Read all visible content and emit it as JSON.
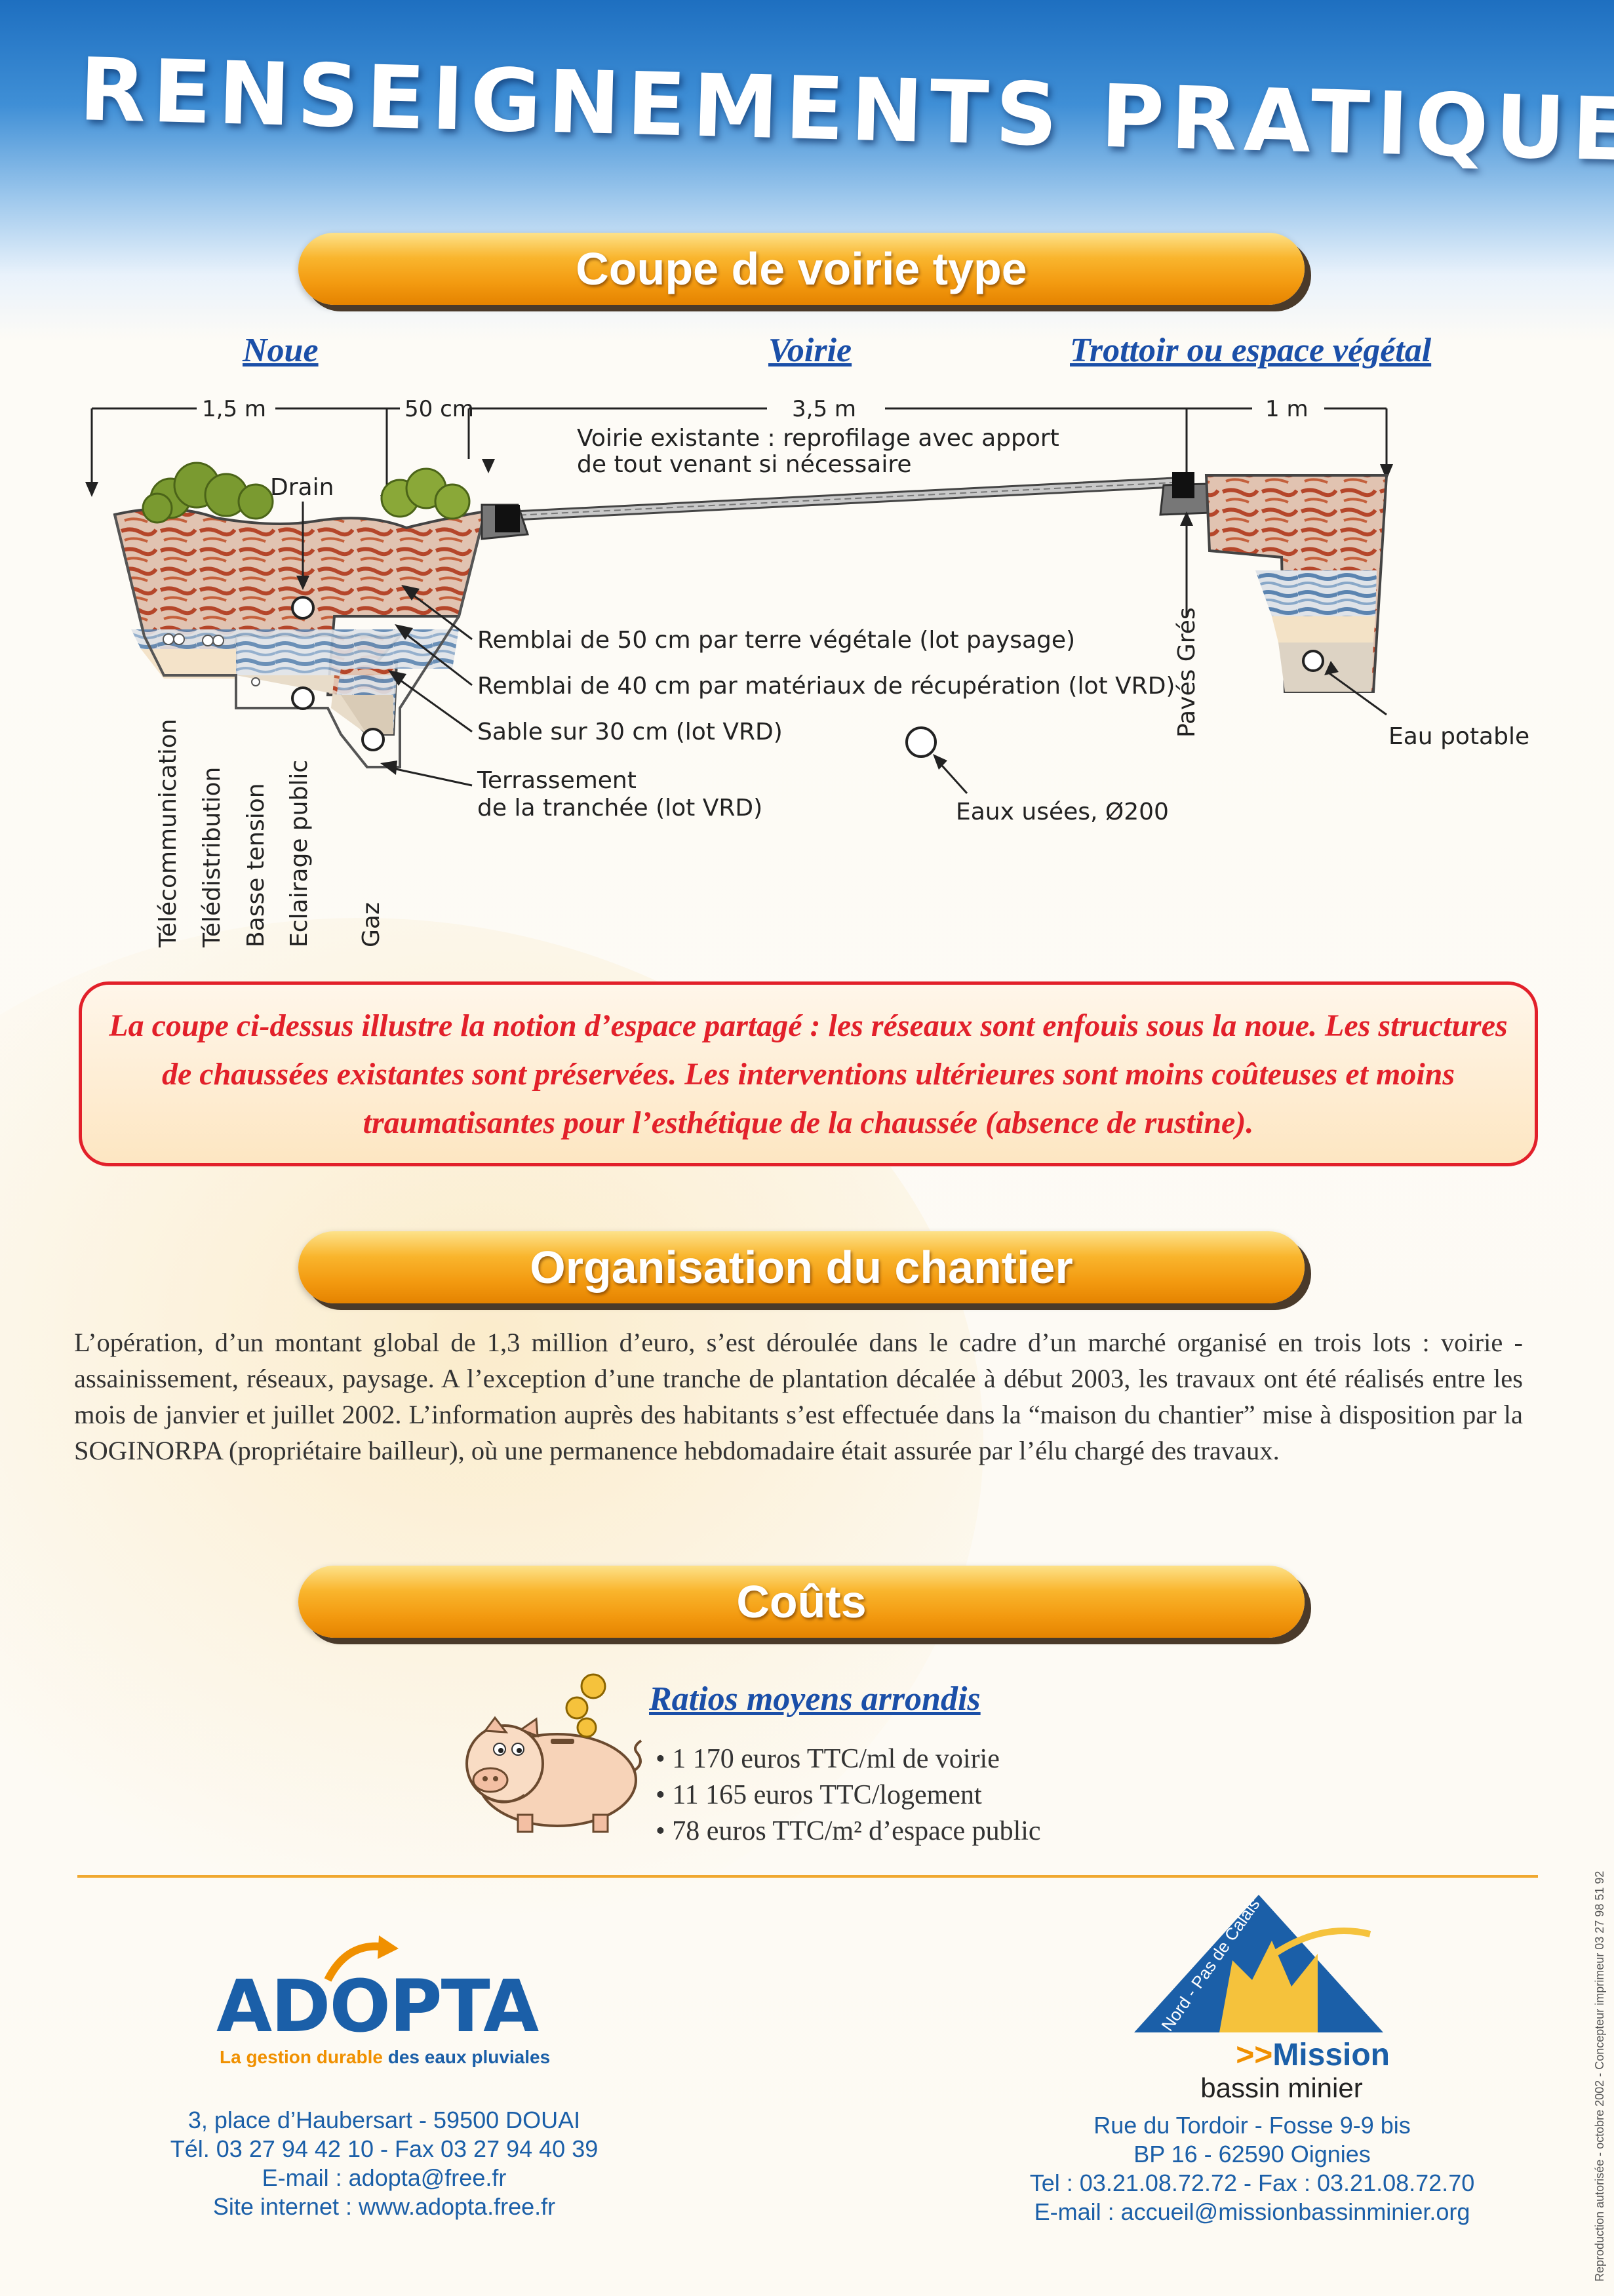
{
  "title": "RENSEIGNEMENTS PRATIQUES",
  "sections": {
    "coupe": "Coupe de voirie type",
    "organisation": "Organisation du chantier",
    "couts": "Coûts"
  },
  "diagram": {
    "col_noue": "Noue",
    "col_voirie": "Voirie",
    "col_trottoir": "Trottoir ou espace végétal",
    "dim_1": "1,5 m",
    "dim_2": "50 cm",
    "dim_3": "3,5 m",
    "dim_4": "1 m",
    "voirie_note_1": "Voirie existante : reprofilage avec apport",
    "voirie_note_2": "de tout venant si nécessaire",
    "drain": "Drain",
    "remblai_1": "Remblai de 50 cm par terre végétale (lot paysage)",
    "remblai_2": "Remblai de 40 cm par matériaux de récupération (lot VRD)",
    "sable": "Sable sur 30 cm (lot VRD)",
    "terrassement_1": "Terrassement",
    "terrassement_2": "de la tranchée (lot VRD)",
    "eaux_usees": "Eaux usées, Ø200",
    "eau_potable": "Eau potable",
    "paves": "Pavés Grés",
    "reseaux": [
      "Télécommunication",
      "Télédistribution",
      "Basse tension",
      "Eclairage public",
      "Gaz"
    ]
  },
  "notice": "La coupe ci-dessus illustre la notion d’espace partagé : les réseaux sont enfouis sous la noue. Les structures de chaussées existantes sont préservées. Les interventions ultérieures sont moins coûteuses et moins traumatisantes pour l’esthétique de la chaussée (absence de rustine).",
  "organisation_text": "L’opération,  d’un montant global de 1,3 million d’euro, s’est déroulée dans le cadre d’un marché organisé en trois lots : voirie - assainissement, réseaux, paysage. A l’exception d’une tranche de plantation décalée à début 2003, les travaux ont été réalisés entre les mois de janvier et juillet 2002. L’information auprès des habitants s’est effectuée dans la “maison du chantier” mise à disposition par la SOGINORPA (propriétaire bailleur), où une permanence hebdomadaire était assurée par l’élu chargé des travaux.",
  "ratios": {
    "title": "Ratios moyens arrondis",
    "items": [
      "1 170 euros TTC/ml de voirie",
      "11 165 euros TTC/logement",
      "78 euros TTC/m² d’espace public"
    ]
  },
  "adopta": {
    "logo": "ADOPTA",
    "tagline_a": "La gestion durable",
    "tagline_b": " des eaux pluviales",
    "address": "3, place d’Haubersart - 59500 DOUAI",
    "phone": "Tél. 03 27 94 42 10 - Fax 03 27 94 40 39",
    "email": "E-mail : adopta@free.fr",
    "web": "Site internet : www.adopta.free.fr"
  },
  "mission": {
    "region": "Nord - Pas de Calais",
    "arrow": ">>",
    "name": "Mission",
    "sub": "bassin minier",
    "address": "Rue du Tordoir - Fosse 9-9 bis",
    "bp": "BP 16 - 62590 Oignies",
    "phone": "Tel : 03.21.08.72.72 - Fax : 03.21.08.72.70",
    "email": "E-mail : accueil@missionbassinminier.org"
  },
  "side_credit": "Reproduction autorisée - octobre 2002 - Concepteur imprimeur  03 27 98 51 92",
  "colors": {
    "accent": "#f39a10",
    "blue": "#1b4fa8",
    "red": "#e2202a"
  }
}
